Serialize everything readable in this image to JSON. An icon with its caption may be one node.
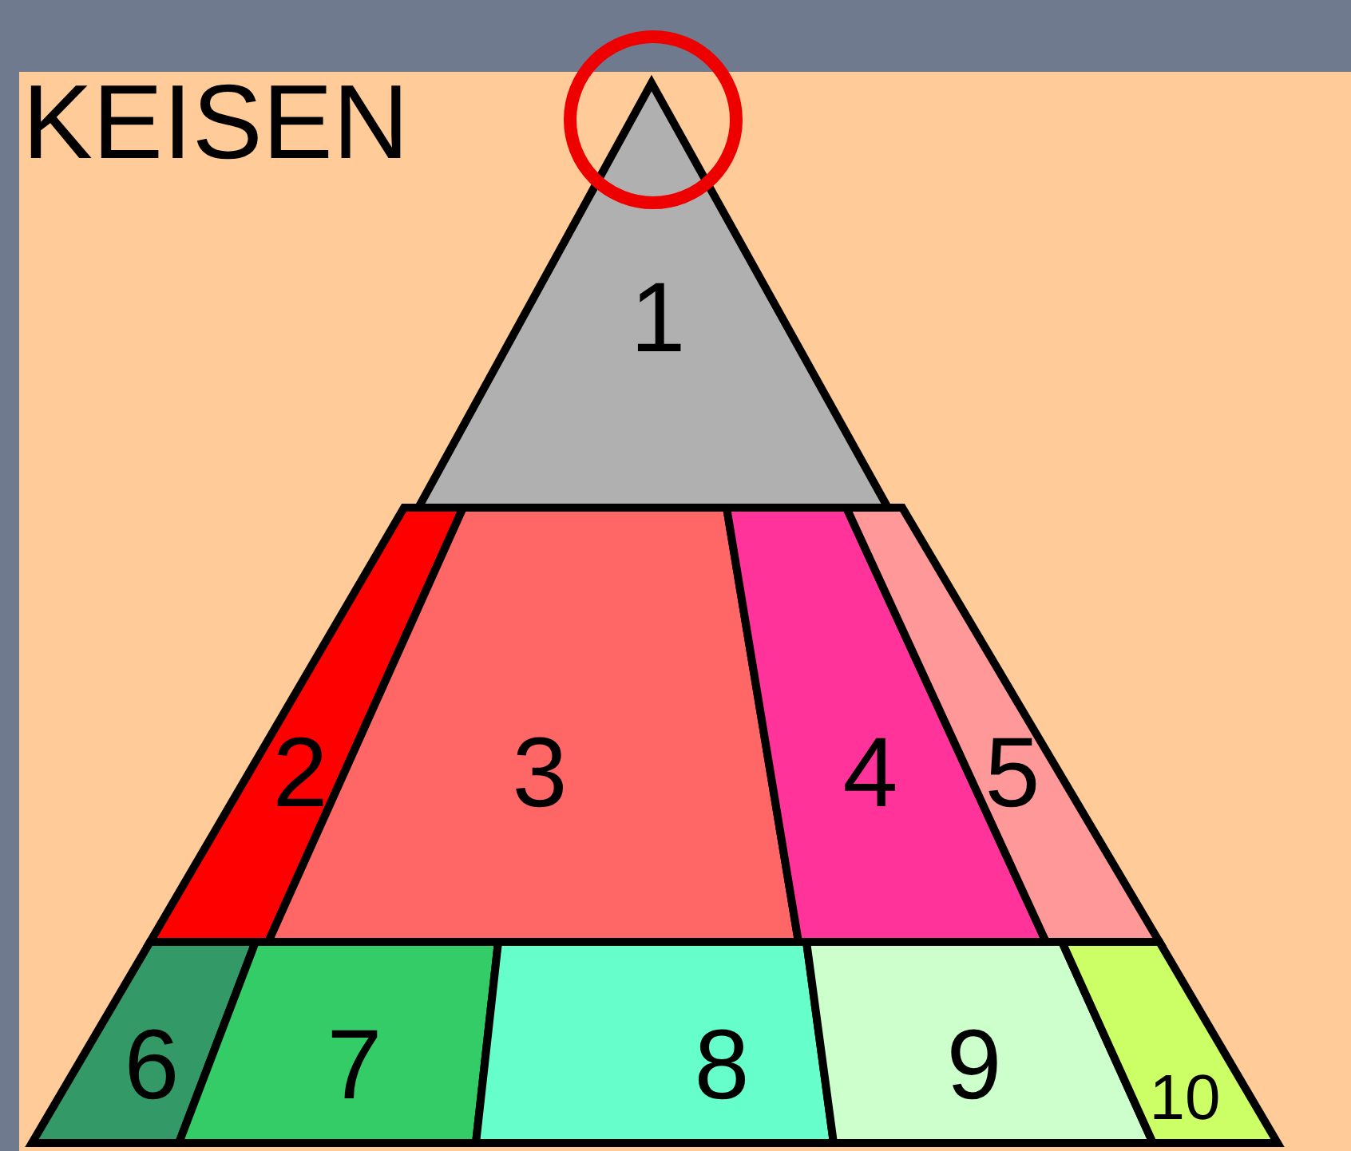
{
  "diagram": {
    "nodes": [
      {
        "text": [
          "1"
        ]
      },
      {
        "text": [
          "2"
        ]
      },
      {
        "text": [
          "3"
        ]
      },
      {
        "text": [
          "4"
        ]
      },
      {
        "text": [
          "5"
        ]
      },
      {
        "text": [
          "6"
        ]
      },
      {
        "text": [
          "7"
        ]
      },
      {
        "text": [
          "8"
        ]
      },
      {
        "text": [
          "9"
        ]
      },
      {
        "text": [
          "10"
        ]
      }
    ],
    "edges": [],
    "labels": [
      "KEISEN"
    ]
  }
}
